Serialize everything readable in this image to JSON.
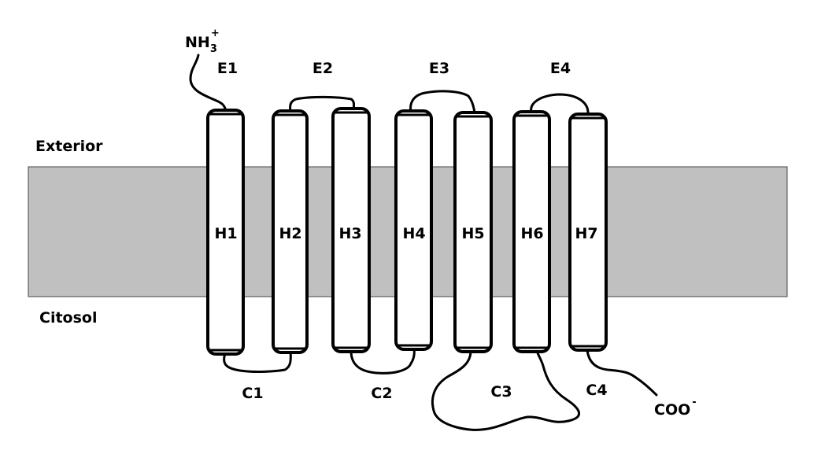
{
  "regions": {
    "exterior": "Exterior",
    "cytosol": "Citosol"
  },
  "termini": {
    "n_base": "NH",
    "n_sub": "3",
    "n_sup": "+",
    "c_base": "COO",
    "c_sup": "-"
  },
  "helices": [
    "H1",
    "H2",
    "H3",
    "H4",
    "H5",
    "H6",
    "H7"
  ],
  "extracellular_loops": [
    "E1",
    "E2",
    "E3",
    "E4"
  ],
  "cytoplasmic_loops": [
    "C1",
    "C2",
    "C3",
    "C4"
  ],
  "colors": {
    "membrane": "#c0c0c0",
    "stroke": "#000000",
    "helix_fill": "#ffffff"
  }
}
